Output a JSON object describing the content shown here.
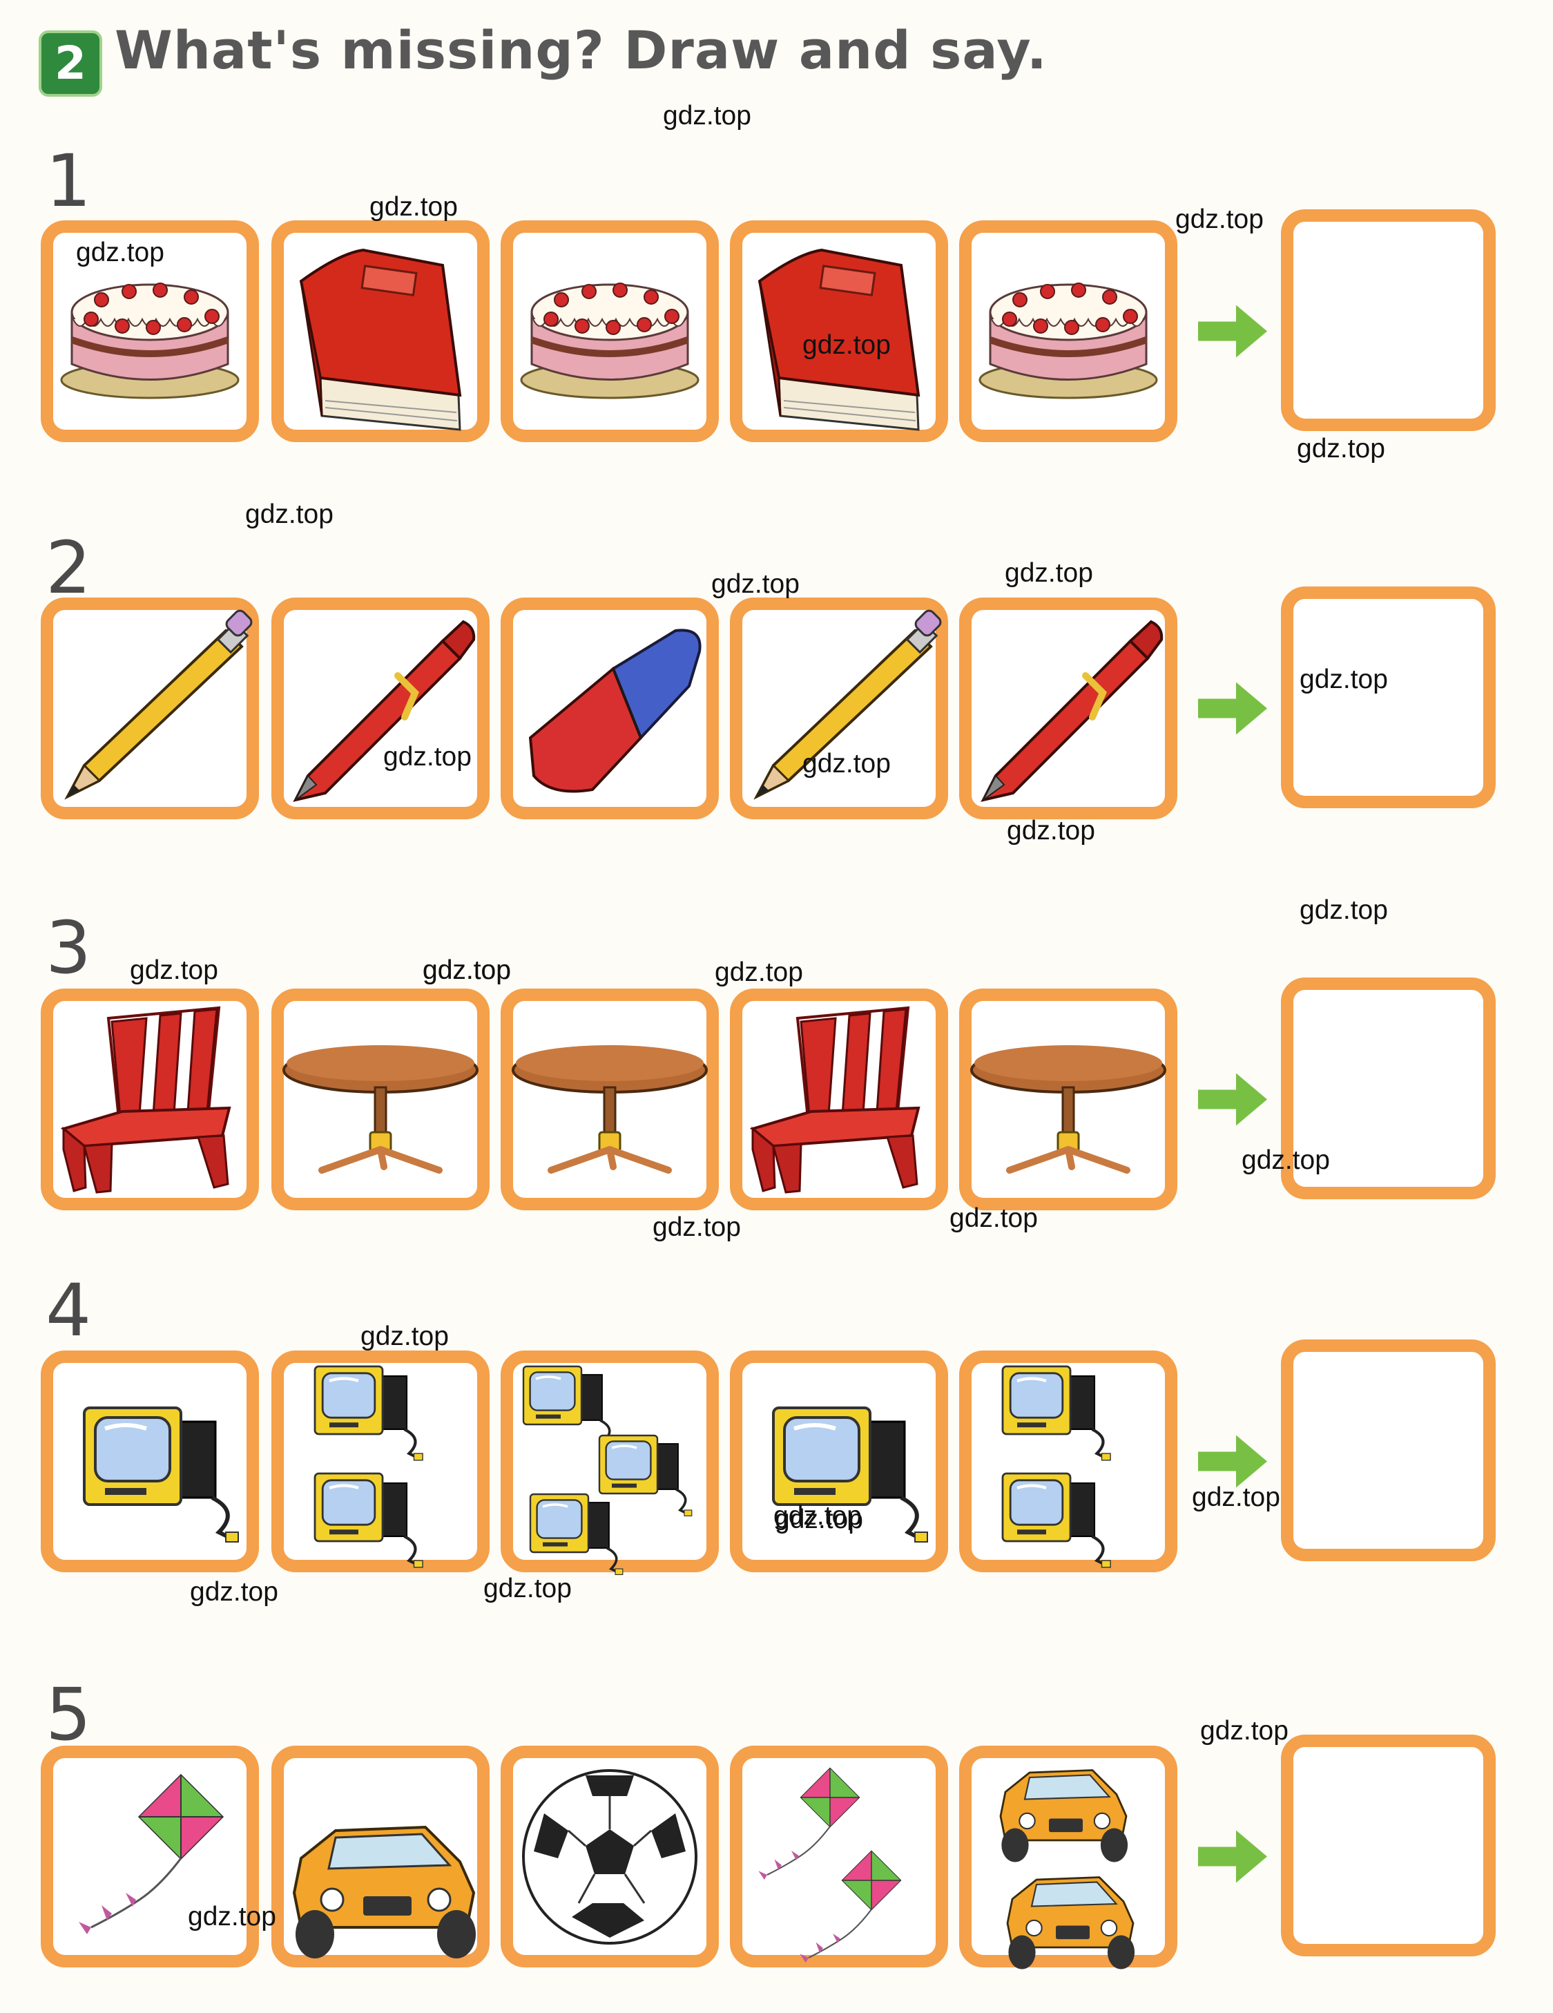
{
  "exercise": {
    "number": "2",
    "title": "What's missing? Draw and say."
  },
  "rows": [
    {
      "number": "1",
      "items": [
        "cake-icon",
        "book-icon",
        "cake-icon",
        "book-icon",
        "cake-icon"
      ]
    },
    {
      "number": "2",
      "items": [
        "pencil-icon",
        "pen-icon",
        "eraser-icon",
        "pencil-icon",
        "pen-icon"
      ]
    },
    {
      "number": "3",
      "items": [
        "chair-icon",
        "table-icon",
        "table-icon",
        "chair-icon",
        "table-icon"
      ]
    },
    {
      "number": "4",
      "items": [
        "tv-1-icon",
        "tv-2-icon",
        "tv-3-icon",
        "tv-1-icon",
        "tv-2-icon"
      ]
    },
    {
      "number": "5",
      "items": [
        "kite-1-icon",
        "car-1-icon",
        "ball-icon",
        "kite-2-icon",
        "car-2-icon"
      ]
    }
  ],
  "watermarks": [
    "gdz.top",
    "gdz.top",
    "gdz.top",
    "gdz.top",
    "gdz.top",
    "gdz.top",
    "gdz.top",
    "gdz.top",
    "gdz.top",
    "gdz.top",
    "gdz.top",
    "gdz.top",
    "gdz.top",
    "gdz.top",
    "gdz.top",
    "gdz.top",
    "gdz.top",
    "gdz.top",
    "gdz.top",
    "gdz.top",
    "gdz.top",
    "gdz.top",
    "gdz.top",
    "gdz.top",
    "gdz.top",
    "gdz.top",
    "gdz.top",
    "gdz.top",
    "gdz.top"
  ],
  "colors": {
    "frame": "#f5a04a",
    "arrow": "#78c043",
    "badge": "#2f8a3d"
  }
}
